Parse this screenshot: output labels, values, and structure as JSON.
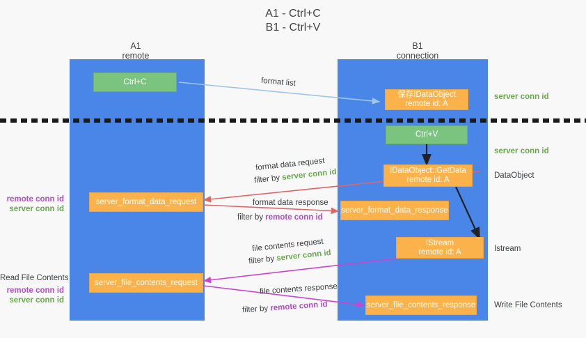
{
  "title": {
    "line1": "A1 - Ctrl+C",
    "line2": "B1 - Ctrl+V"
  },
  "colors": {
    "lane": "#4a86e8",
    "green_box": "#7bc47f",
    "orange_box": "#fbb24a",
    "server_conn": "#6aa84f",
    "remote_conn": "#b44bc9",
    "arrow_blue": "#9fc5e8",
    "arrow_red": "#e06666",
    "arrow_magenta": "#cc44cc",
    "arrow_black": "#222222",
    "text": "#3c4043"
  },
  "columns": [
    {
      "name": "A1",
      "subtitle": "remote"
    },
    {
      "name": "B1",
      "subtitle": "connection"
    }
  ],
  "boxes": {
    "ctrl_c": "Ctrl+C",
    "ctrl_v": "Ctrl+V",
    "save_idataobject_l1": "保存IDataObject",
    "save_idataobject_l2": "remote id: A",
    "getdata_l1": "IDataObject::GetData",
    "getdata_l2": "remote id: A",
    "istream_l1": "IStream",
    "istream_l2": "remote id: A",
    "server_format_data_request": "server_format_data_request",
    "server_format_data_response": "server_format_data_response",
    "server_file_contents_request": "server_file_contents_request",
    "server_file_contents_response": "server_file_contents_response"
  },
  "right_labels": [
    {
      "key": "server_conn_top",
      "text": "server conn id",
      "style": "green"
    },
    {
      "key": "server_conn_mid",
      "text": "server conn id",
      "style": "green"
    },
    {
      "key": "dataobject",
      "text": "DataObject",
      "style": "dark"
    },
    {
      "key": "istream",
      "text": "Istream",
      "style": "dark"
    },
    {
      "key": "write_file_contents",
      "text": "Write File Contents",
      "style": "dark"
    }
  ],
  "left_labels": [
    {
      "key": "remote_conn_1",
      "text": "remote conn id",
      "style": "purple"
    },
    {
      "key": "server_conn_1",
      "text": "server conn id",
      "style": "green"
    },
    {
      "key": "read_file_contents",
      "text": "Read File Contents",
      "style": "dark"
    },
    {
      "key": "remote_conn_2",
      "text": "remote conn id",
      "style": "purple"
    },
    {
      "key": "server_conn_2",
      "text": "server conn id",
      "style": "green"
    }
  ],
  "arrow_labels": {
    "format_list": "format list",
    "format_data_request": "format data request",
    "filter_by_1_prefix": "filter by ",
    "filter_by_1_value": "server conn id",
    "format_data_response": "format data response",
    "filter_by_2_prefix": "filter by ",
    "filter_by_2_value": "remote conn id",
    "file_contents_request": "file contents request",
    "filter_by_3_prefix": "filter by ",
    "filter_by_3_value": "server conn id",
    "file_contents_response": "file contents response",
    "filter_by_4_prefix": "filter by ",
    "filter_by_4_value": "remote conn id"
  }
}
